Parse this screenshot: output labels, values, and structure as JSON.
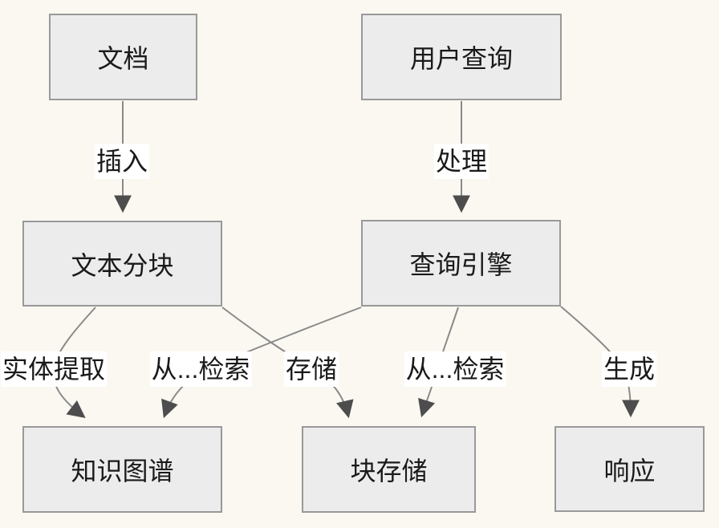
{
  "diagram": {
    "type": "flowchart",
    "direction": "top-down",
    "colors": {
      "background": "#faf8f1",
      "node_fill": "#ececec",
      "node_border": "#999999",
      "edge_line": "#8a8a8a",
      "arrowhead": "#4d4d4d",
      "text": "#1a1a1a",
      "edge_label_background": "#ffffff"
    },
    "nodes": [
      {
        "id": "document",
        "label": "文档"
      },
      {
        "id": "user-query",
        "label": "用户查询"
      },
      {
        "id": "text-chunking",
        "label": "文本分块"
      },
      {
        "id": "query-engine",
        "label": "查询引擎"
      },
      {
        "id": "knowledge-graph",
        "label": "知识图谱"
      },
      {
        "id": "chunk-storage",
        "label": "块存储"
      },
      {
        "id": "response",
        "label": "响应"
      }
    ],
    "edges": [
      {
        "from": "document",
        "to": "text-chunking",
        "label": "插入"
      },
      {
        "from": "user-query",
        "to": "query-engine",
        "label": "处理"
      },
      {
        "from": "text-chunking",
        "to": "knowledge-graph",
        "label": "实体提取"
      },
      {
        "from": "query-engine",
        "to": "knowledge-graph",
        "label": "从...检索"
      },
      {
        "from": "text-chunking",
        "to": "chunk-storage",
        "label": "存储"
      },
      {
        "from": "query-engine",
        "to": "chunk-storage",
        "label": "从...检索"
      },
      {
        "from": "query-engine",
        "to": "response",
        "label": "生成"
      }
    ]
  }
}
